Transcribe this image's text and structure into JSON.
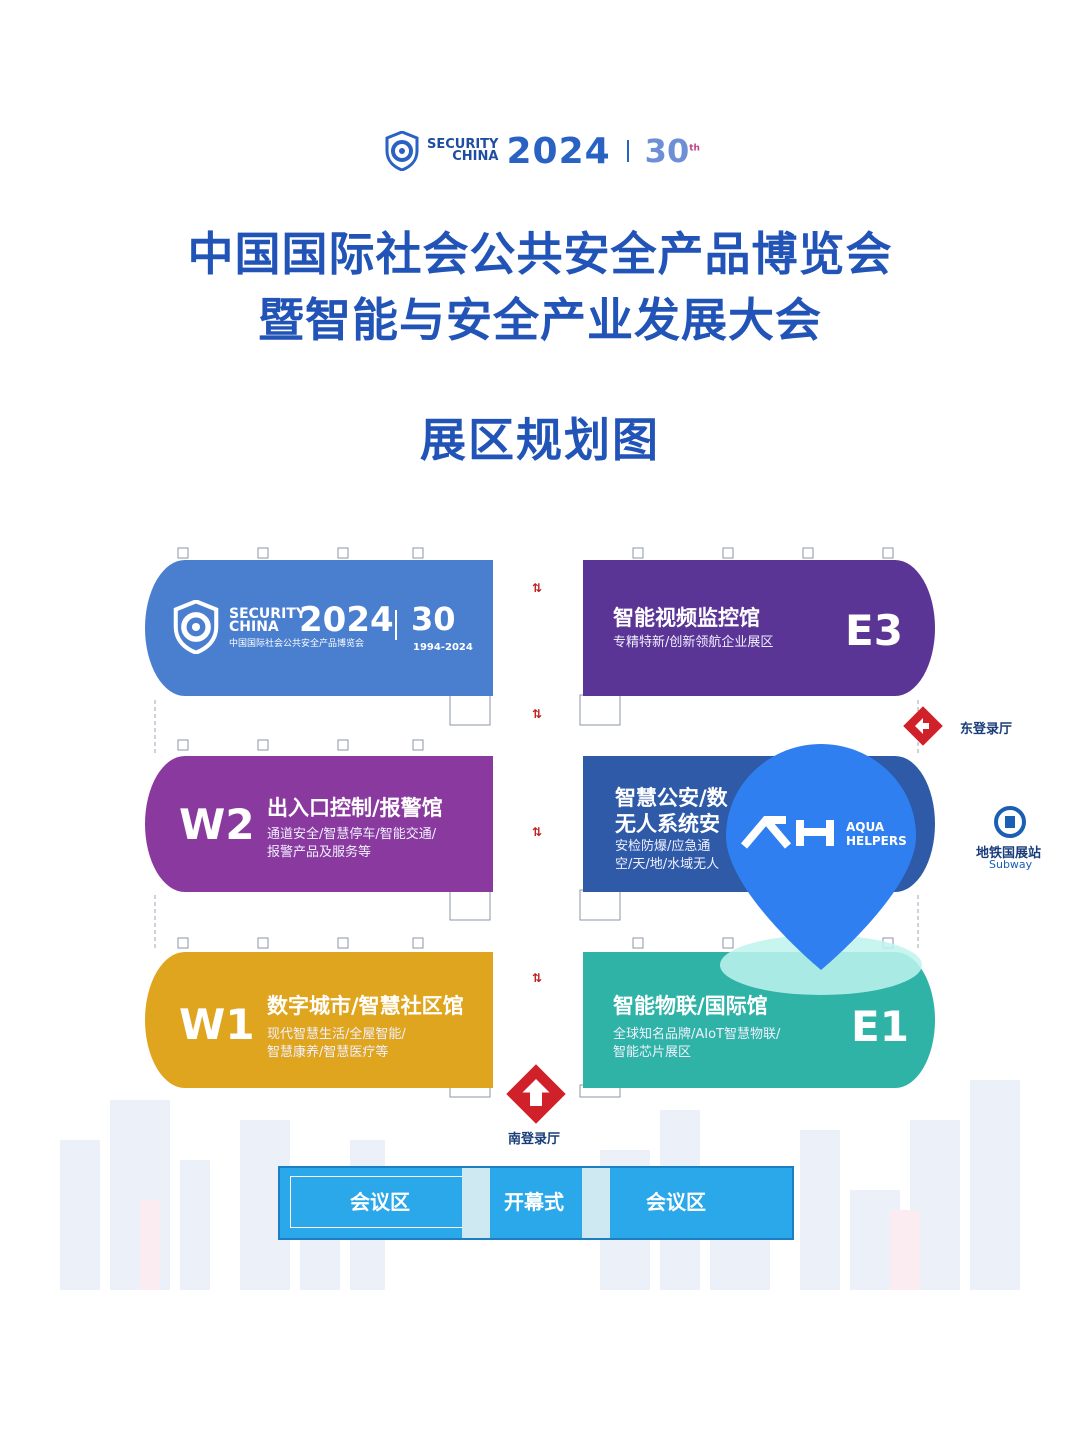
{
  "header": {
    "logo_security": "SECURITY",
    "logo_china": "CHINA",
    "logo_year": "2024",
    "anniversary": "30",
    "anniversary_th": "th"
  },
  "titles": {
    "line1": "中国国际社会公共安全产品博览会",
    "line2": "暨智能与安全产业发展大会",
    "section": "展区规划图"
  },
  "halls": {
    "w3": {
      "logo_security": "SECURITY",
      "logo_china": "CHINA",
      "logo_year": "2024",
      "subtitle_cn": "中国国际社会公共安全产品博览会",
      "anniversary": "30",
      "years": "1994-2024"
    },
    "e3": {
      "title": "智能视频监控馆",
      "desc1": "专精特新/创新领航企业展区",
      "code": "E3"
    },
    "w2": {
      "title": "出入口控制/报警馆",
      "desc1": "通道安全/智慧停车/智能交通/",
      "desc2": "报警产品及服务等",
      "code": "W2"
    },
    "e2": {
      "title1": "智慧公安/数",
      "title2": "无人系统安",
      "desc1": "安检防爆/应急通",
      "desc2": "空/天/地/水域无人"
    },
    "w1": {
      "title": "数字城市/智慧社区馆",
      "desc1": "现代智慧生活/全屋智能/",
      "desc2": "智慧康养/智慧医疗等",
      "code": "W1"
    },
    "e1": {
      "title": "智能物联/国际馆",
      "desc1": "全球知名品牌/AIoT智慧物联/",
      "desc2": "智能芯片展区",
      "code": "E1"
    }
  },
  "entrances": {
    "east": "东登录厅",
    "south": "南登录厅",
    "subway_cn": "地铁国展站",
    "subway_en": "Subway"
  },
  "meeting": {
    "left": "会议区",
    "center": "开幕式",
    "right": "会议区"
  },
  "watermark": {
    "line1": "AQUA",
    "line2": "HELPERS"
  },
  "colors": {
    "blue_hall": "#4a7fcf",
    "purple_hall": "#5b3596",
    "magenta_hall": "#8a3a9e",
    "navy_hall": "#2e5aa8",
    "gold_hall": "#e0a51e",
    "teal_hall": "#2fb3a6",
    "title_blue": "#2254b8",
    "pin_blue": "#2f7ff0",
    "entrance_red": "#d0202a"
  }
}
